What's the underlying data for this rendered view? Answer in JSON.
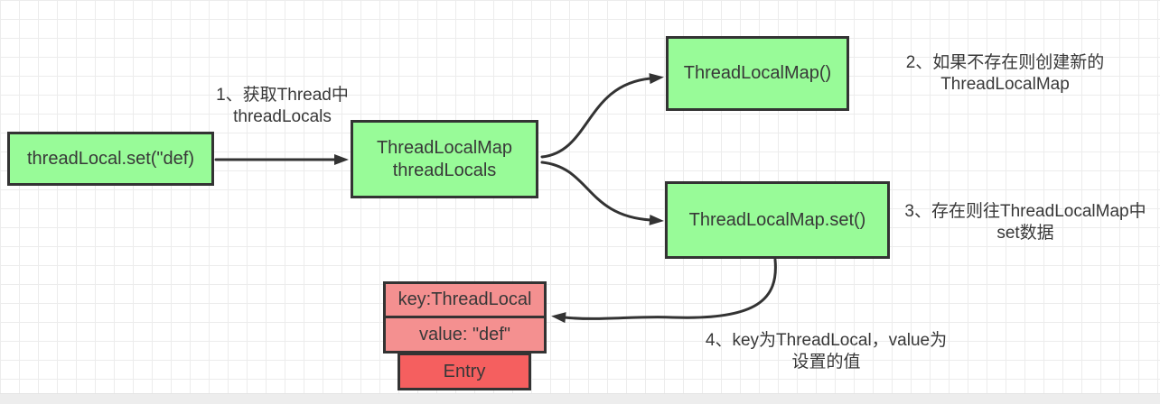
{
  "nodes": {
    "threadlocal_set": {
      "label": "threadLocal.set(\"def)"
    },
    "map_threadlocals": {
      "line1": "ThreadLocalMap",
      "line2": "threadLocals"
    },
    "map_constructor": {
      "label": "ThreadLocalMap()"
    },
    "map_set": {
      "label": "ThreadLocalMap.set()"
    },
    "entry_key": {
      "label": "key:ThreadLocal"
    },
    "entry_value": {
      "label": "value: \"def\""
    },
    "entry": {
      "label": "Entry"
    }
  },
  "annotations": {
    "step1": {
      "line1": "1、获取Thread中",
      "line2": "threadLocals"
    },
    "step2": {
      "line1": "2、如果不存在则创建新的",
      "line2": "ThreadLocalMap"
    },
    "step3": {
      "line1": "3、存在则往ThreadLocalMap中",
      "line2": "set数据"
    },
    "step4": {
      "line1": "4、key为ThreadLocal，value为",
      "line2": "设置的值"
    }
  },
  "colors": {
    "node_green": "#98fb98",
    "node_pink": "#f49090",
    "node_red": "#f55f5f",
    "border": "#333333",
    "arrow": "#333333",
    "text": "#383838"
  }
}
